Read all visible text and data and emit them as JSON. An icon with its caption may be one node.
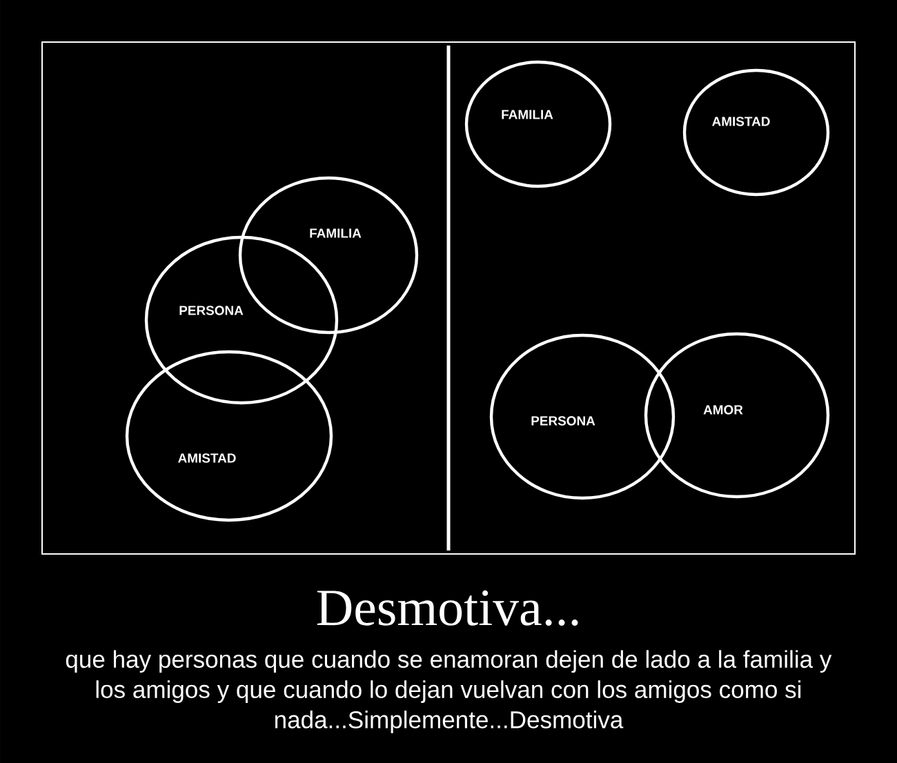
{
  "diagram": {
    "title": "Desmotiva...",
    "caption": "que hay personas que cuando se enamoran dejen de lado a la familia y los amigos y que cuando lo dejan vuelvan con los amigos como si nada...Simplemente...Desmotiva",
    "nodes": [
      {
        "text": [
          "FAMILIA"
        ]
      },
      {
        "text": [
          "PERSONA"
        ]
      },
      {
        "text": [
          "AMISTAD"
        ]
      },
      {
        "text": [
          "FAMILIA"
        ]
      },
      {
        "text": [
          "AMISTAD"
        ]
      },
      {
        "text": [
          "PERSONA"
        ]
      },
      {
        "text": [
          "AMOR"
        ]
      }
    ]
  }
}
